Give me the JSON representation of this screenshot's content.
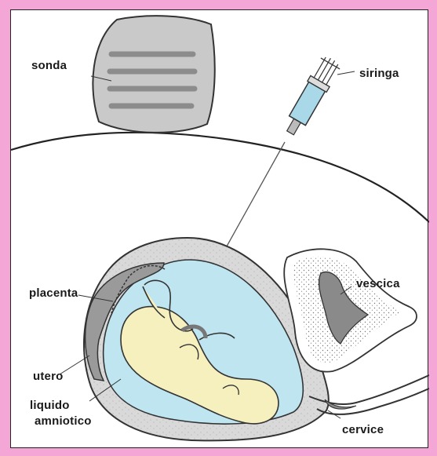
{
  "labels": {
    "sonda": "sonda",
    "siringa": "siringa",
    "vescica": "vescica",
    "placenta": "placenta",
    "utero": "utero",
    "liquido": "liquido",
    "amniotico": "amniotico",
    "cervice": "cervice"
  },
  "colors": {
    "background_border": "#f4a6d6",
    "probe": "#c9c9c9",
    "probe_lines": "#8c8c8c",
    "uterus_wall": "#d6d6d6",
    "amniotic_fluid": "#bfe6f0",
    "fetus": "#f6f0bf",
    "placenta": "#9a9a9a",
    "syringe_fluid": "#a9d8e8",
    "bladder_inner": "#8a8a8a"
  },
  "icons": [
    "ultrasound-probe-icon",
    "syringe-icon",
    "fetus-icon"
  ]
}
